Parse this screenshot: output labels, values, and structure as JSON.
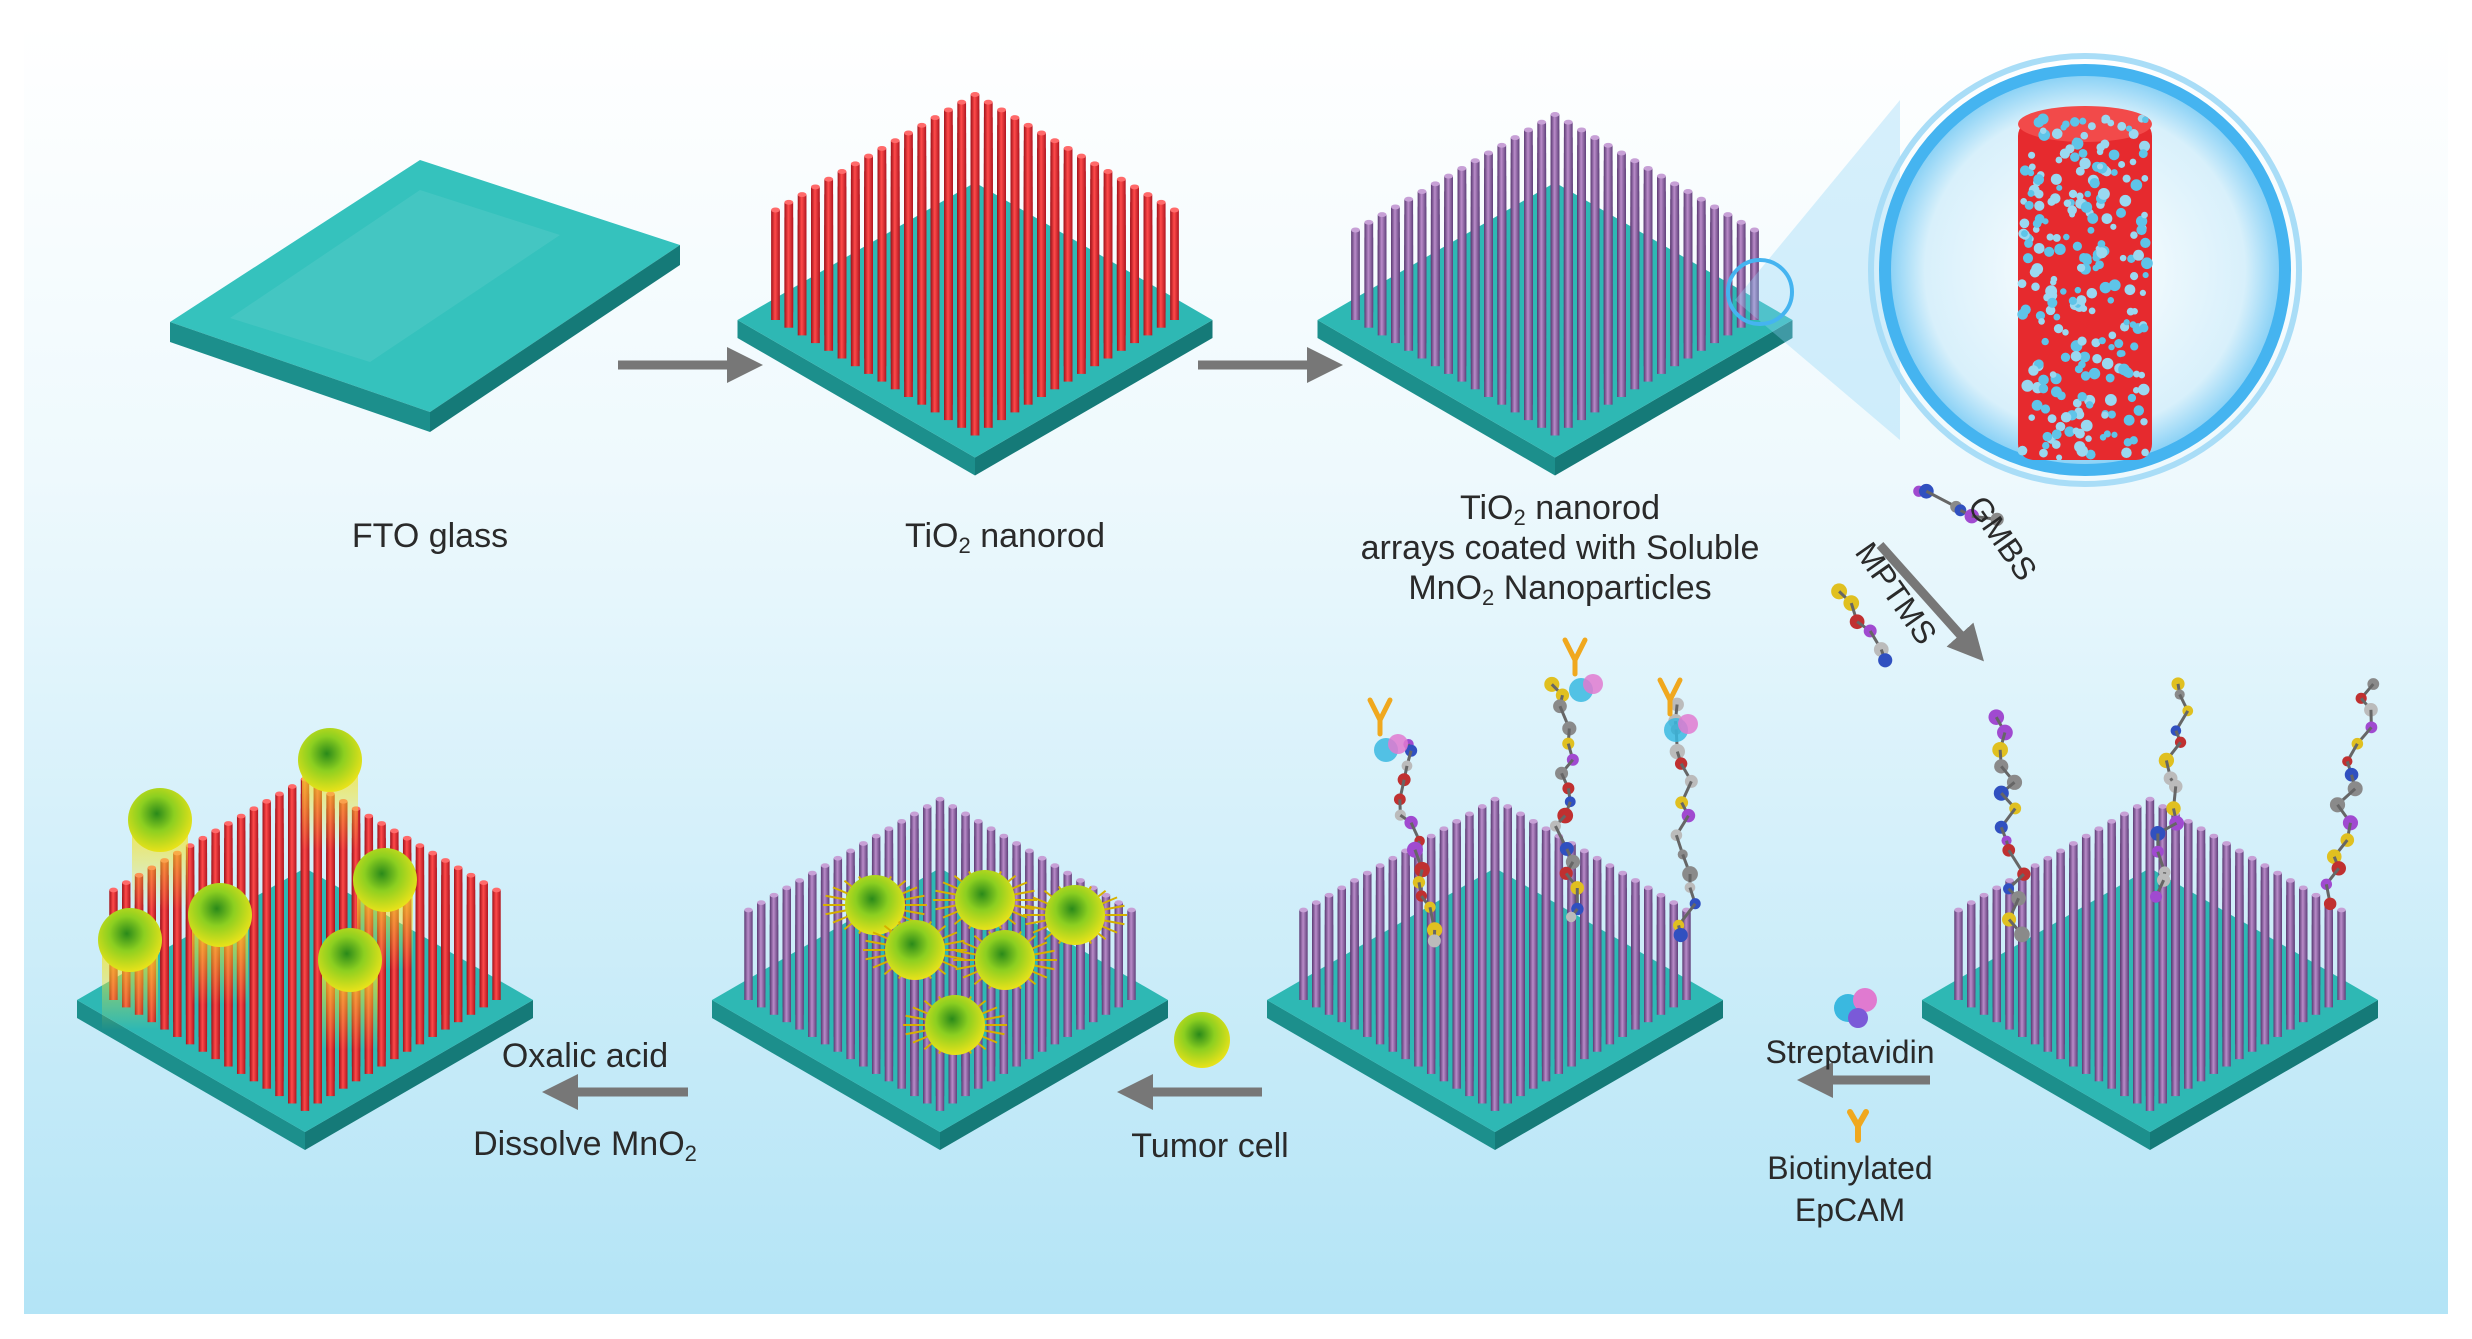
{
  "labels": {
    "fto_glass": "FTO glass",
    "tio2_nanorod": {
      "pre": "TiO",
      "sub": "2",
      "post": " nanorod"
    },
    "coated": {
      "line1_pre": "TiO",
      "line1_sub": "2",
      "line1_post": " nanorod",
      "line2": "arrays coated with Soluble",
      "line3_pre": "MnO",
      "line3_sub": "2",
      "line3_post": " Nanoparticles"
    },
    "gmbs": "GMBS",
    "mptms": "MPTMS",
    "streptavidin": "Streptavidin",
    "biotinylated": "Biotinylated",
    "epcam": "EpCAM",
    "tumor_cell": "Tumor cell",
    "oxalic_acid": "Oxalic acid",
    "dissolve": {
      "pre": "Dissolve MnO",
      "sub": "2",
      "post": ""
    }
  },
  "colors": {
    "background_top": "#ffffff",
    "background_bottom": "#b3e4f6",
    "glass": "#2eb8b4",
    "tio2_rod": "#e8262b",
    "mno2_rod": "#8a5a9e",
    "tumor_cell_outer": "#e8e21a",
    "tumor_cell_core": "#3aa12a",
    "arrow": "#7a7a7a",
    "zoom_ring": "#45b4f0",
    "epcam_antibody": "#f0a81e"
  }
}
